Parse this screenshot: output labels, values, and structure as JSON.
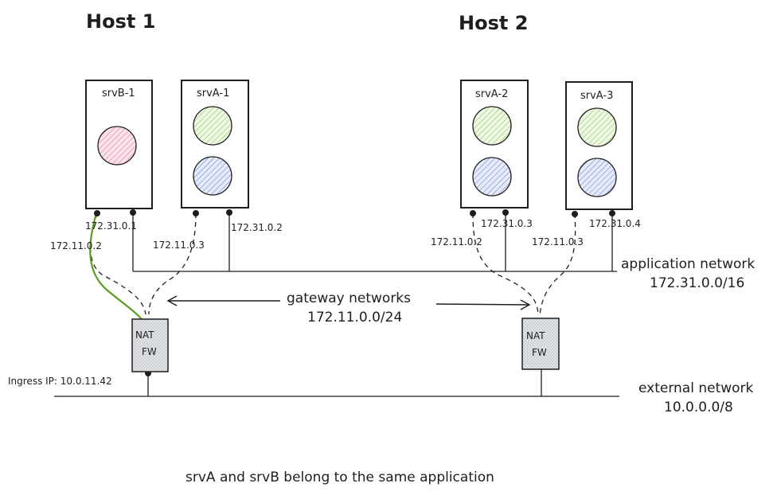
{
  "hosts": [
    "Host 1",
    "Host 2"
  ],
  "servers": {
    "srvB_1": "srvB-1",
    "srvA_1": "srvA-1",
    "srvA_2": "srvA-2",
    "srvA_3": "srvA-3"
  },
  "ips": {
    "srvB1_app": "172.31.0.1",
    "srvB1_gw": "172.11.0.2",
    "srvA1_gw": "172.11.0.3",
    "srvA1_app": "172.31.0.2",
    "srvA2_gw": "172.11.0.2",
    "srvA2_app": "172.31.0.3",
    "srvA3_gw": "172.11.0.3",
    "srvA3_app": "172.31.0.4"
  },
  "networks": {
    "app_label": "application network",
    "app_cidr": "172.31.0.0/16",
    "gw_label": "gateway networks",
    "gw_cidr": "172.11.0.0/24",
    "ext_label": "external network",
    "ext_cidr": "10.0.0.0/8"
  },
  "fw": {
    "line1": "NAT",
    "line2": "FW"
  },
  "ingress": "Ingress IP: 10.0.11.42",
  "caption": "srvA and srvB belong to the same application",
  "colors": {
    "srvB": "#e8a0b4",
    "srvA_top": "#b2e08f",
    "srvA_bottom": "#8fa6e8",
    "green_path": "#5a9e1e",
    "fw_fill": "#e9ecef"
  }
}
